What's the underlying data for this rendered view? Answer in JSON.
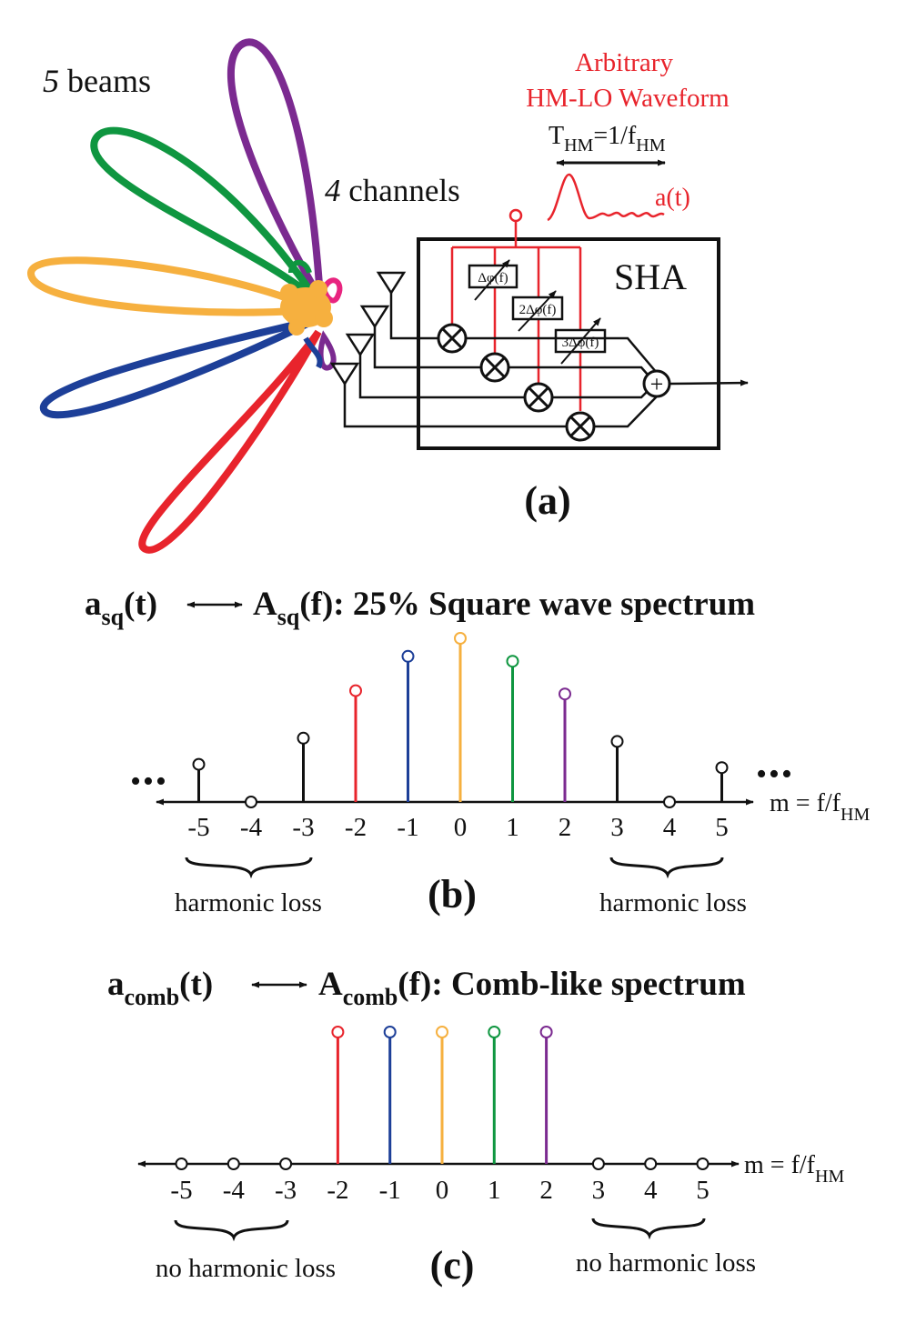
{
  "panel_a": {
    "beams_count": "5",
    "beams_word": "beams",
    "channels_count": "4",
    "channels_word": "channels",
    "waveform_line1": "Arbitrary",
    "waveform_line2": "HM-LO Waveform",
    "period_T": "T",
    "period_T_sub": "HM",
    "period_eq": "=1/f",
    "period_f_sub": "HM",
    "signal_label": "a(t)",
    "block_label": "SHA",
    "phase_labels": [
      "Δφ(f)",
      "2Δφ(f)",
      "3Δφ(f)"
    ],
    "sum_symbol": "+",
    "panel_label": "(a)",
    "beam_colors": [
      "#7b2a90",
      "#0f9640",
      "#f6b03f",
      "#1d3f98",
      "#e8242c"
    ],
    "accent_red": "#e8242c",
    "side_lobe_pink": "#e8247f"
  },
  "panel_b": {
    "title_a": "a",
    "title_a_sub": "sq",
    "title_t": "(t)",
    "title_A": "A",
    "title_A_sub": "sq",
    "title_rest": "(f): 25% Square wave spectrum",
    "axis_label": "m = f/f",
    "axis_label_sub": "HM",
    "ellipsis": "•••",
    "loss_label_left": "harmonic loss",
    "loss_label_right": "harmonic loss",
    "panel_label": "(b)"
  },
  "panel_c": {
    "title_a": "a",
    "title_a_sub": "comb",
    "title_t": "(t)",
    "title_A": "A",
    "title_A_sub": "comb",
    "title_rest": "(f): Comb-like spectrum",
    "axis_label": "m = f/f",
    "axis_label_sub": "HM",
    "loss_label_left": "no harmonic loss",
    "loss_label_right": "no harmonic loss",
    "panel_label": "(c)"
  },
  "chart_data": [
    {
      "type": "stem",
      "x": [
        -5,
        -4,
        -3,
        -2,
        -1,
        0,
        1,
        2,
        3,
        4,
        5
      ],
      "tick_labels": [
        "-5",
        "-4",
        "-3",
        "-2",
        "-1",
        "0",
        "1",
        "2",
        "3",
        "4",
        "5"
      ],
      "values": [
        0.23,
        0.0,
        0.39,
        0.68,
        0.89,
        1.0,
        0.86,
        0.66,
        0.37,
        0.0,
        0.21
      ],
      "colors": [
        "#111111",
        "#111111",
        "#111111",
        "#e8242c",
        "#1d3f98",
        "#f6b03f",
        "#0f9640",
        "#7b2a90",
        "#111111",
        "#111111",
        "#111111"
      ]
    },
    {
      "type": "stem",
      "x": [
        -5,
        -4,
        -3,
        -2,
        -1,
        0,
        1,
        2,
        3,
        4,
        5
      ],
      "tick_labels": [
        "-5",
        "-4",
        "-3",
        "-2",
        "-1",
        "0",
        "1",
        "2",
        "3",
        "4",
        "5"
      ],
      "values": [
        0,
        0,
        0,
        1,
        1,
        1,
        1,
        1,
        0,
        0,
        0
      ],
      "colors": [
        "#111111",
        "#111111",
        "#111111",
        "#e8242c",
        "#1d3f98",
        "#f6b03f",
        "#0f9640",
        "#7b2a90",
        "#111111",
        "#111111",
        "#111111"
      ]
    }
  ]
}
